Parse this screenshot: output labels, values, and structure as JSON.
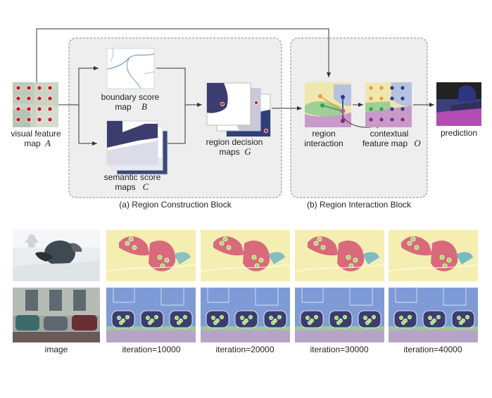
{
  "labels": {
    "visual_feature": "visual feature",
    "map": "map",
    "symbol_A": "A",
    "boundary_score": "boundary score",
    "symbol_B": "B",
    "semantic_score": "semantic score",
    "maps": "maps",
    "symbol_C": "C",
    "region_decision": "region decision",
    "symbol_G": "G",
    "region": "region",
    "interaction": "interaction",
    "contextual": "contextual",
    "feature_map": "feature map",
    "symbol_O": "O",
    "prediction": "prediction",
    "block_a": "(a) Region Construction Block",
    "block_b": "(b) Region Interaction Block"
  },
  "bottom_labels": [
    "image",
    "iteration=10000",
    "iteration=20000",
    "iteration=30000",
    "iteration=40000"
  ],
  "colors": {
    "dot_red": "#c81e28",
    "navy": "#3c3d6e",
    "lavender": "#c8c2de",
    "yellow": "#f4efb0",
    "pink": "#d96a7c",
    "teal": "#6fb6c4",
    "blue_bg": "#7e9bd6",
    "ground": "#b7a3c8",
    "green_dot": "#9be25a",
    "magenta": "#b25ab0"
  }
}
